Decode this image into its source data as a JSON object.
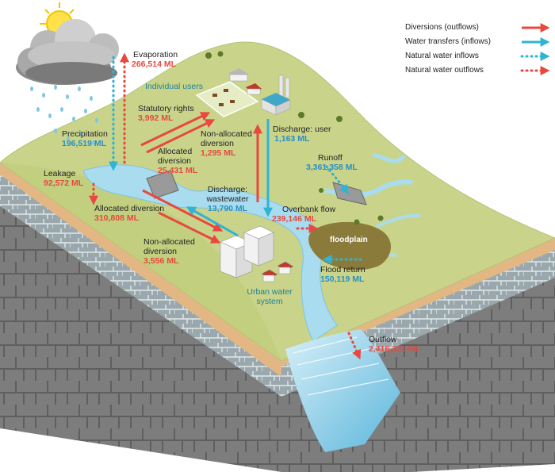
{
  "legend": [
    {
      "label": "Diversions (outflows)",
      "style": "solid",
      "color": "#e8483f"
    },
    {
      "label": "Water transfers (inflows)",
      "style": "solid",
      "color": "#2fb3d6"
    },
    {
      "label": "Natural water inflows",
      "style": "dotted",
      "color": "#2fb3d6"
    },
    {
      "label": "Natural water outflows",
      "style": "dotted",
      "color": "#e8483f"
    }
  ],
  "flows": {
    "evaporation": {
      "label": "Evaporation",
      "value": "266,514 ML"
    },
    "precipitation": {
      "label": "Precipitation",
      "value": "196,519 ML"
    },
    "statutory_rights": {
      "label": "Statutory rights",
      "value": "3,992 ML"
    },
    "non_allocated_diversion_upper": {
      "label_line1": "Non-allocated",
      "label_line2": "diversion",
      "value": "1,295 ML"
    },
    "allocated_diversion_upper": {
      "label_line1": "Allocated",
      "label_line2": "diversion",
      "value": "25,431 ML"
    },
    "discharge_user": {
      "label": "Discharge: user",
      "value": "1,163 ML"
    },
    "leakage": {
      "label": "Leakage",
      "value": "92,572 ML"
    },
    "runoff": {
      "label": "Runoff",
      "value": "3,361,358 ML"
    },
    "allocated_diversion_lower": {
      "label": "Allocated diversion",
      "value": "310,808 ML"
    },
    "discharge_wastewater": {
      "label_line1": "Discharge:",
      "label_line2": "wastewater",
      "value": "13,790 ML"
    },
    "overbank_flow": {
      "label": "Overbank flow",
      "value": "239,146 ML"
    },
    "non_allocated_diversion_lower": {
      "label_line1": "Non-allocated",
      "label_line2": "diversion",
      "value": "3,556 ML"
    },
    "flood_return": {
      "label": "Flood return",
      "value": "150,119 ML"
    },
    "outflow": {
      "label": "Outflow",
      "value": "2,416,321 ML"
    }
  },
  "places": {
    "individual_users": "Individual users",
    "urban_line1": "Urban water",
    "urban_line2": "system",
    "floodplain": "floodplain"
  },
  "colors": {
    "diversion_red": "#e8483f",
    "transfer_blue": "#2fb3d6",
    "land_green": "#c9d48a",
    "water_blue": "#a9dcef",
    "rock_grey": "#8a8a8a"
  }
}
